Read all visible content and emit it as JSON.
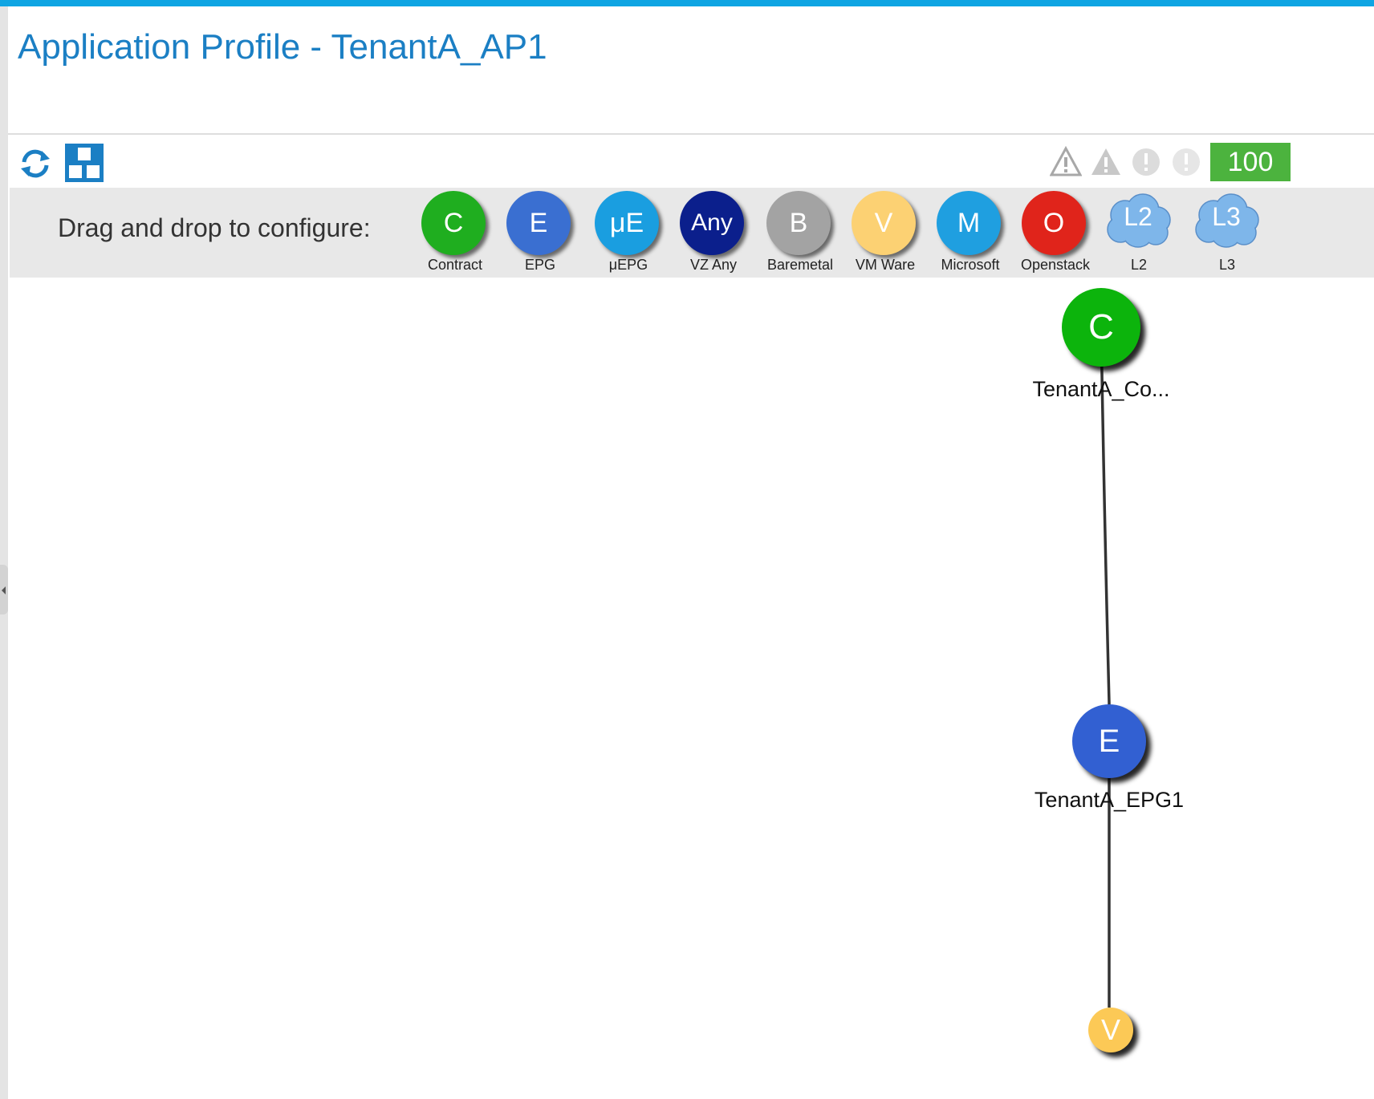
{
  "header": {
    "title": "Application Profile - TenantA_AP1"
  },
  "toolbar": {
    "refresh_icon": "refresh-icon",
    "layout_icon": "layout-icon"
  },
  "faults": {
    "icons": [
      "critical-warning-icon",
      "major-warning-icon",
      "minor-alert-icon",
      "info-alert-icon"
    ],
    "health_score": "100"
  },
  "palette": {
    "label": "Drag and drop to configure:",
    "items": [
      {
        "symbol": "C",
        "label": "Contract",
        "color": "#1fae1f"
      },
      {
        "symbol": "E",
        "label": "EPG",
        "color": "#3a6fd1"
      },
      {
        "symbol": "μE",
        "label": "μEPG",
        "color": "#1a9ee0"
      },
      {
        "symbol": "Any",
        "label": "VZ Any",
        "color": "#0b1f8c"
      },
      {
        "symbol": "B",
        "label": "Baremetal",
        "color": "#a3a3a3"
      },
      {
        "symbol": "V",
        "label": "VM Ware",
        "color": "#fcd173"
      },
      {
        "symbol": "M",
        "label": "Microsoft",
        "color": "#1f9fe0"
      },
      {
        "symbol": "O",
        "label": "Openstack",
        "color": "#e0241b"
      },
      {
        "symbol": "L2",
        "label": "L2",
        "color": "#7eb6ea"
      },
      {
        "symbol": "L3",
        "label": "L3",
        "color": "#7eb6ea"
      }
    ]
  },
  "topology": {
    "nodes": [
      {
        "symbol": "C",
        "label": "TenantA_Co...",
        "color": "#0cb40c"
      },
      {
        "symbol": "E",
        "label": "TenantA_EPG1",
        "color": "#3260d2"
      },
      {
        "symbol": "V",
        "label": "",
        "color": "#fcc956"
      }
    ]
  }
}
